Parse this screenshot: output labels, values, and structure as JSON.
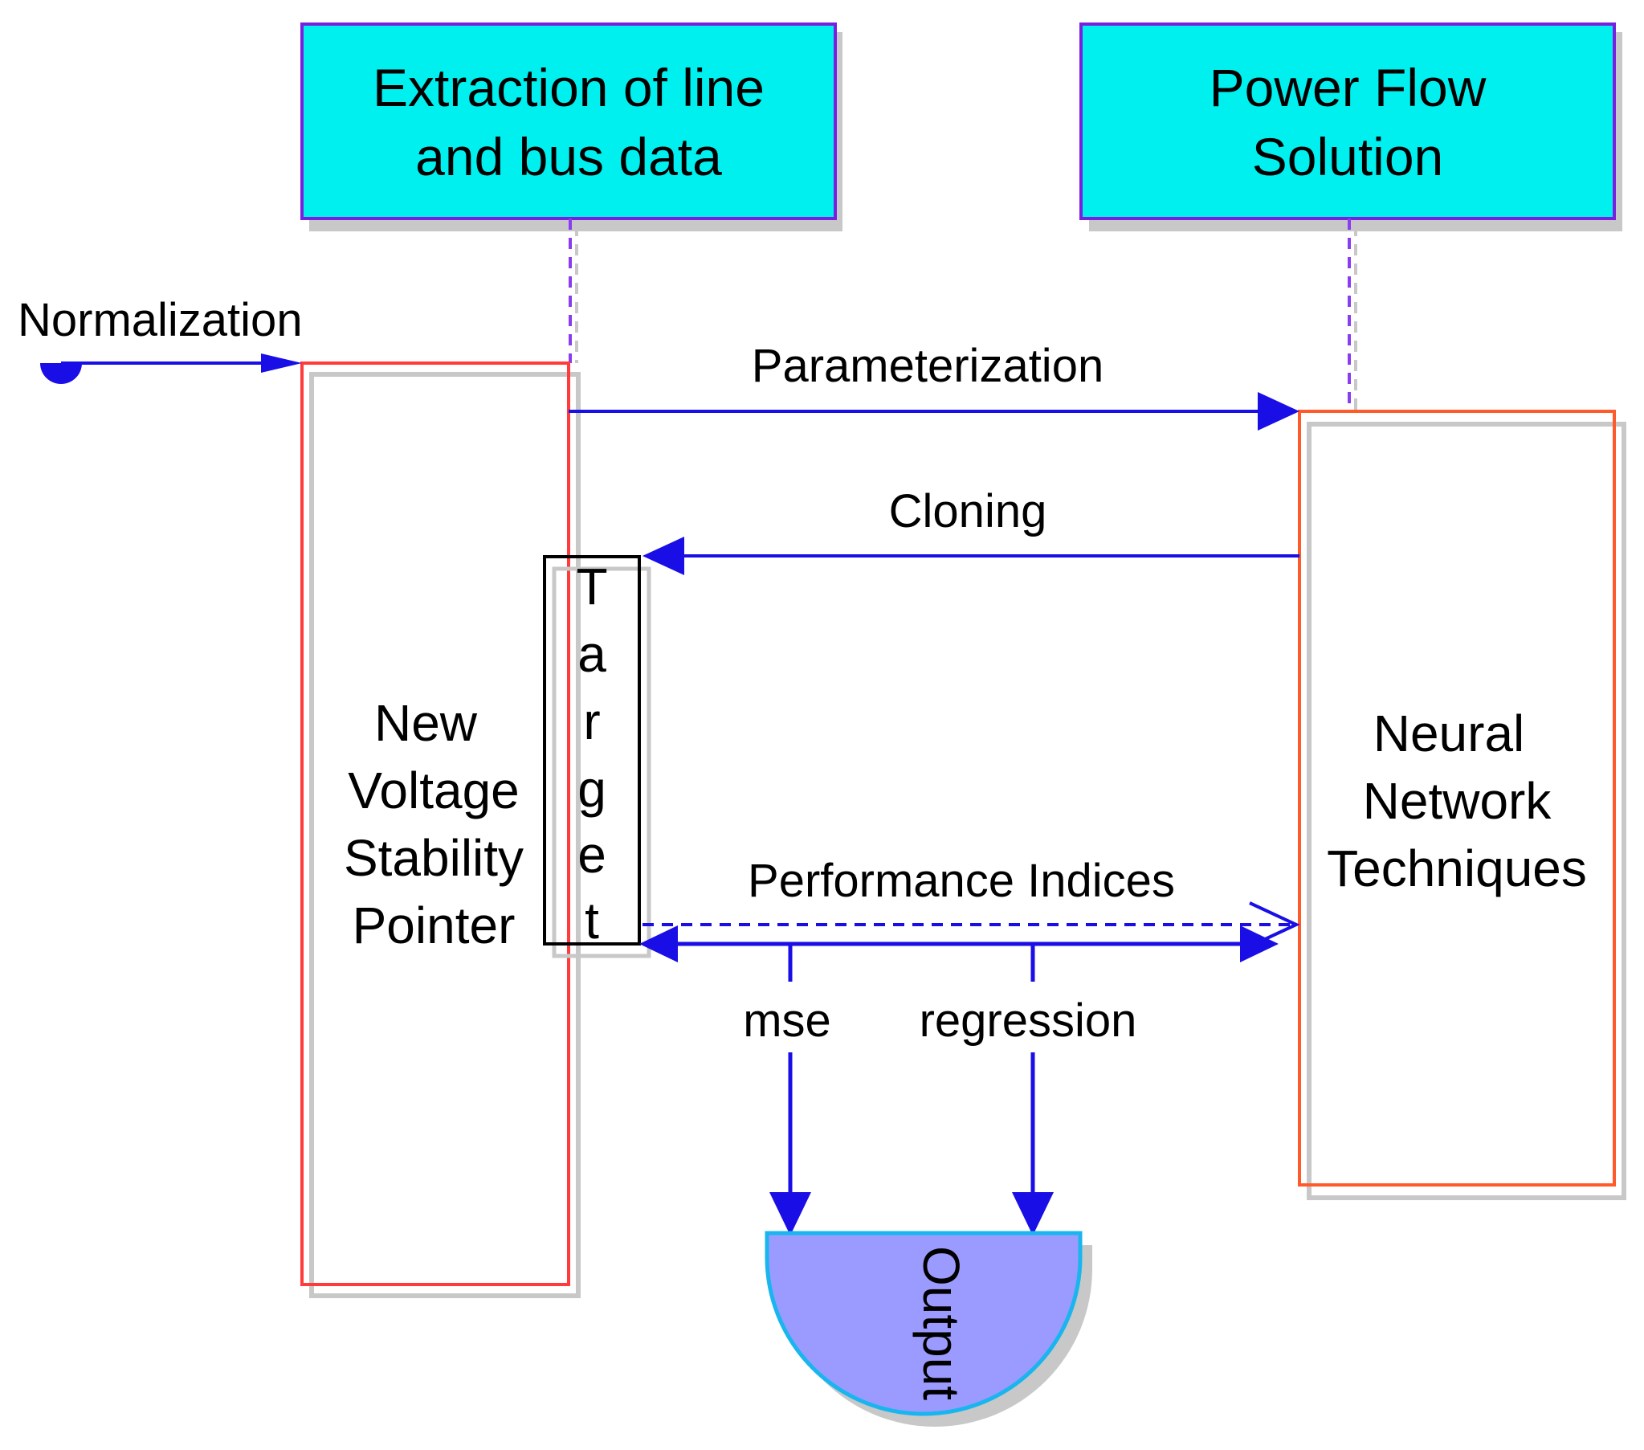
{
  "lifelines": {
    "extraction": {
      "line1": "Extraction of line",
      "line2": "and bus data"
    },
    "power_flow": {
      "line1": "Power Flow",
      "line2": "Solution"
    }
  },
  "activations": {
    "nvsp": {
      "lines": [
        "New",
        "Voltage",
        "Stability",
        "Pointer"
      ]
    },
    "target": {
      "letters": [
        "T",
        "a",
        "r",
        "g",
        "e",
        "t"
      ]
    },
    "nnt": {
      "lines": [
        "Neural",
        "Network",
        "Techniques"
      ]
    }
  },
  "messages": {
    "normalization": "Normalization",
    "parameterization": "Parameterization",
    "cloning": "Cloning",
    "performance_indices": "Performance Indices",
    "mse": "mse",
    "regression": "regression"
  },
  "output": {
    "label": "Output"
  },
  "colors": {
    "lifeline_fill": "#00f0f0",
    "lifeline_border": "#7a1fe0",
    "activation_border": "#ff3b3b",
    "arrow": "#1a0ee6",
    "output_fill": "#9b9bff",
    "output_border": "#19b5ee",
    "shadow": "#c8c8c8"
  }
}
